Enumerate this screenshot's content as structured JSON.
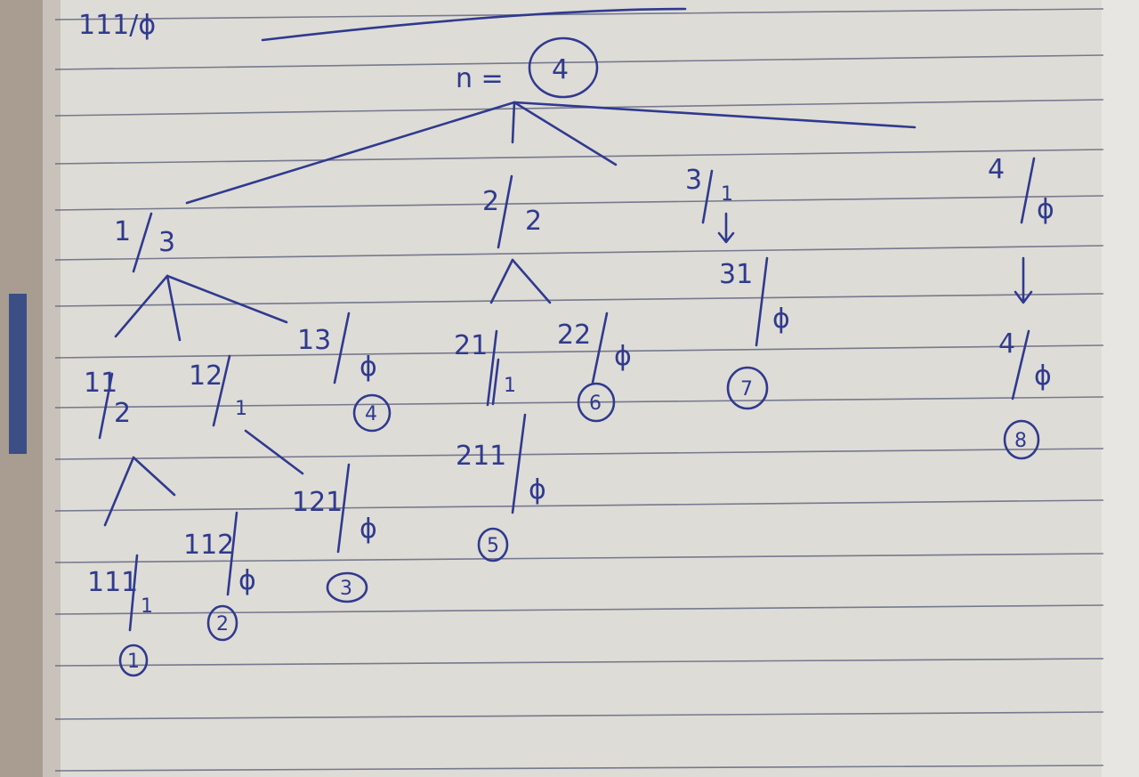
{
  "colors": {
    "paper": "#dddcd7",
    "rule": "#4a4e6a",
    "ink": "#2f3a8f",
    "binding": "#9a8f86"
  },
  "header_scribble": "111/ϕ",
  "root": {
    "label": "n =",
    "value": "4"
  },
  "nodes": {
    "n1": {
      "left": "1",
      "right": "3"
    },
    "n2": {
      "left": "2",
      "right": "2"
    },
    "n3": {
      "left": "3",
      "right": "1"
    },
    "n4": {
      "left": "4",
      "right": "ϕ"
    },
    "n11": {
      "left": "11",
      "right": "2"
    },
    "n12": {
      "left": "12",
      "right": "1"
    },
    "n13": {
      "left": "13",
      "right": "ϕ"
    },
    "n21": {
      "left": "21",
      "right": "1"
    },
    "n22": {
      "left": "22",
      "right": "ϕ"
    },
    "n31": {
      "left": "31",
      "right": "ϕ"
    },
    "n4b": {
      "left": "4",
      "right": "ϕ"
    },
    "n111": {
      "left": "111",
      "right": "1"
    },
    "n112": {
      "left": "112",
      "right": "ϕ"
    },
    "n121": {
      "left": "121",
      "right": "ϕ"
    },
    "n211": {
      "left": "211",
      "right": "ϕ"
    }
  },
  "circled_numbers": {
    "c1": "1",
    "c2": "2",
    "c3": "3",
    "c4": "4",
    "c5": "5",
    "c6": "6",
    "c7": "7",
    "c8": "8"
  }
}
